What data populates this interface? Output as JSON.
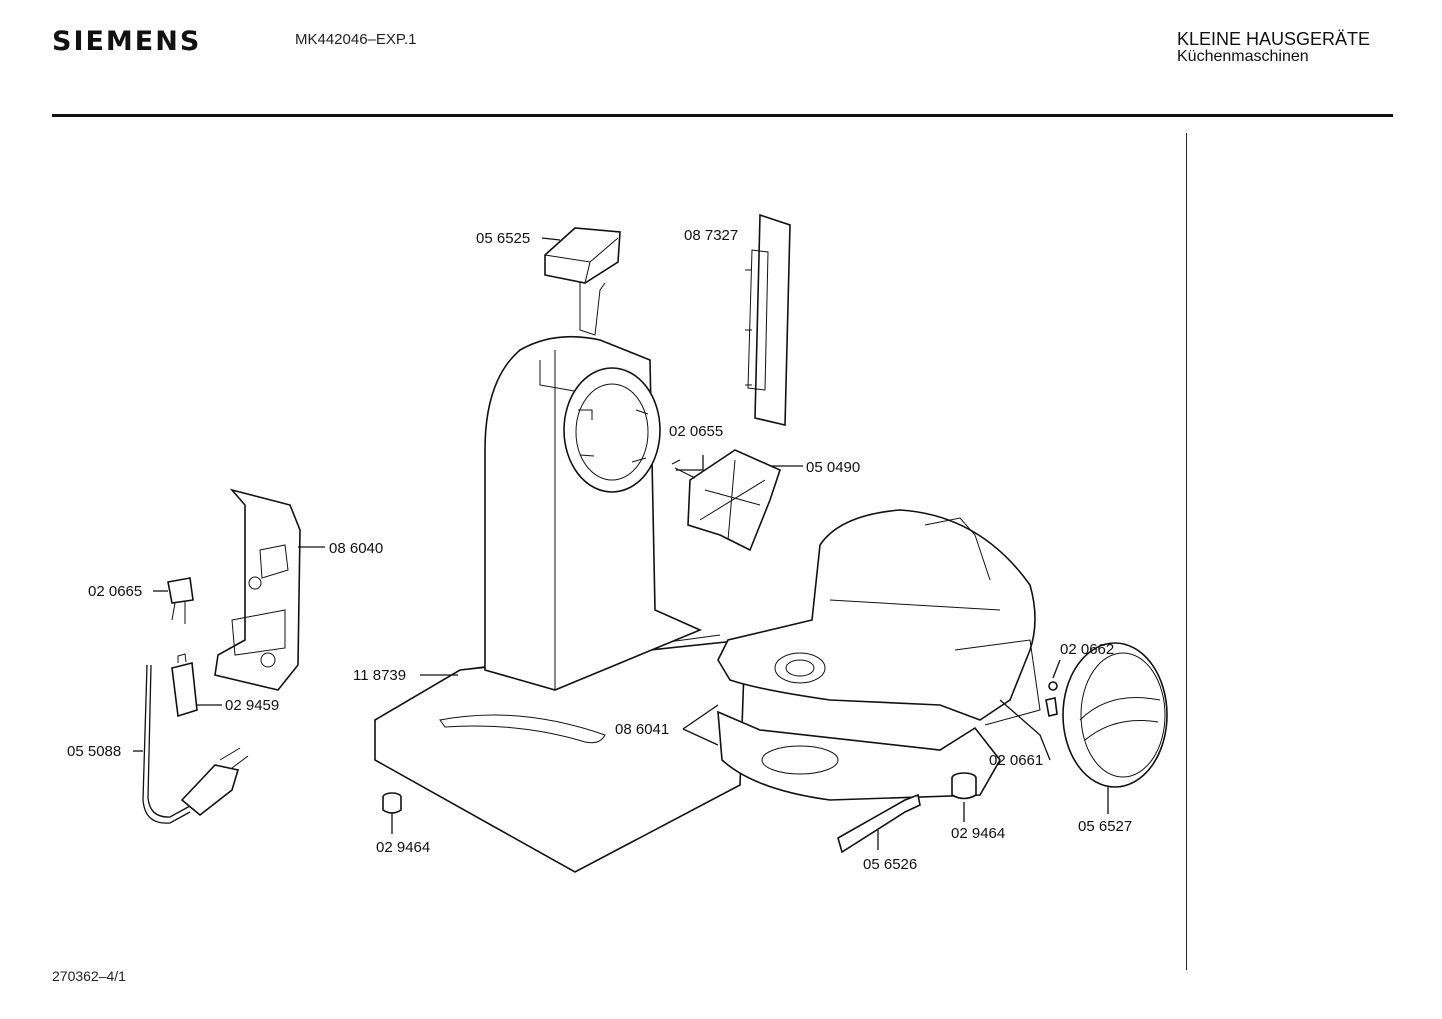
{
  "header": {
    "brand": "SIEMENS",
    "model": "MK442046–EXP.1",
    "category": "KLEINE HAUSGERÄTE",
    "subcategory": "Küchenmaschinen"
  },
  "footer": {
    "drawing_number": "270362–4/1"
  },
  "parts": [
    {
      "id": "056525",
      "label": "05 6525"
    },
    {
      "id": "087327",
      "label": "08 7327"
    },
    {
      "id": "020655",
      "label": "02 0655"
    },
    {
      "id": "050490",
      "label": "05 0490"
    },
    {
      "id": "086040",
      "label": "08 6040"
    },
    {
      "id": "020665",
      "label": "02 0665"
    },
    {
      "id": "118739",
      "label": "11 8739"
    },
    {
      "id": "029459",
      "label": "02 9459"
    },
    {
      "id": "055088",
      "label": "05 5088"
    },
    {
      "id": "086041",
      "label": "08 6041"
    },
    {
      "id": "020662",
      "label": "02 0662"
    },
    {
      "id": "020661",
      "label": "02 0661"
    },
    {
      "id": "029464a",
      "label": "02 9464"
    },
    {
      "id": "029464b",
      "label": "02 9464"
    },
    {
      "id": "056526",
      "label": "05 6526"
    },
    {
      "id": "056527",
      "label": "05 6527"
    }
  ]
}
